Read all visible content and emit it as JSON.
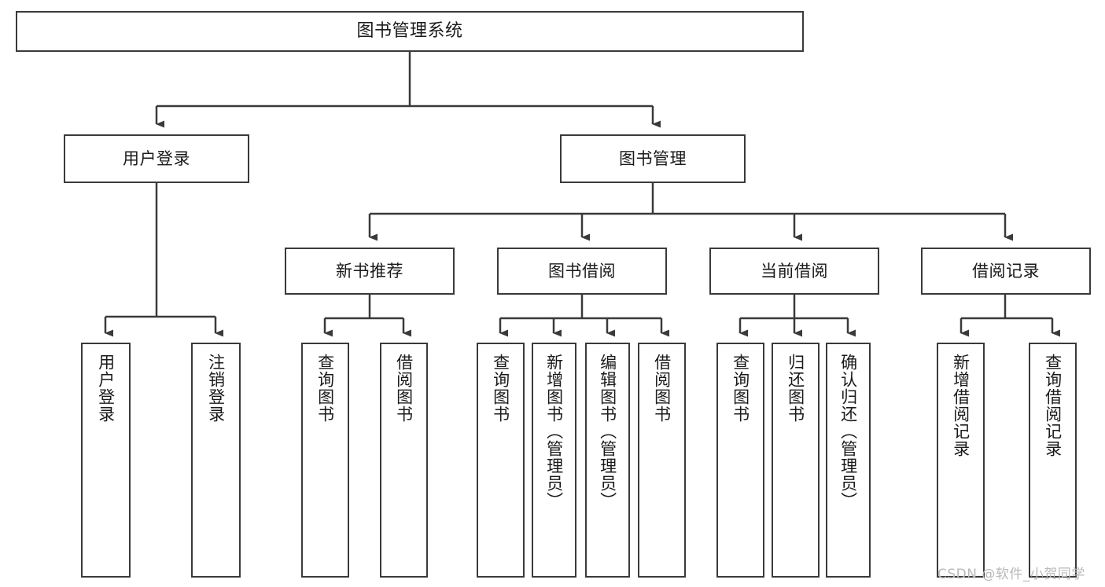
{
  "diagram": {
    "title": "图书管理系统",
    "type": "hierarchy-tree",
    "watermark": "CSDN @软件_小贺同学",
    "colors": {
      "box_border": "#3a3a3a",
      "box_fill": "#ffffff",
      "edge": "#3a3a3a",
      "text": "#1a1a1a",
      "watermark": "#b9b9b9"
    },
    "levels": [
      {
        "level": 1,
        "nodes": [
          {
            "id": "root",
            "label": "图书管理系统",
            "orientation": "horizontal"
          }
        ]
      },
      {
        "level": 2,
        "nodes": [
          {
            "id": "user-login",
            "label": "用户登录",
            "orientation": "horizontal",
            "parent": "root"
          },
          {
            "id": "book-manage",
            "label": "图书管理",
            "orientation": "horizontal",
            "parent": "root"
          }
        ]
      },
      {
        "level": 3,
        "nodes": [
          {
            "id": "new-book-rec",
            "label": "新书推荐",
            "orientation": "horizontal",
            "parent": "book-manage"
          },
          {
            "id": "book-borrow",
            "label": "图书借阅",
            "orientation": "horizontal",
            "parent": "book-manage"
          },
          {
            "id": "current-borrow",
            "label": "当前借阅",
            "orientation": "horizontal",
            "parent": "book-manage"
          },
          {
            "id": "borrow-record",
            "label": "借阅记录",
            "orientation": "horizontal",
            "parent": "book-manage"
          }
        ]
      },
      {
        "level": 4,
        "nodes": [
          {
            "id": "leaf-user-login",
            "label": "用户登录",
            "orientation": "vertical",
            "parent": "user-login"
          },
          {
            "id": "leaf-logout",
            "label": "注销登录",
            "orientation": "vertical",
            "parent": "user-login"
          },
          {
            "id": "leaf-query-book-1",
            "label": "查询图书",
            "orientation": "vertical",
            "parent": "new-book-rec"
          },
          {
            "id": "leaf-borrow-book-1",
            "label": "借阅图书",
            "orientation": "vertical",
            "parent": "new-book-rec"
          },
          {
            "id": "leaf-query-book-2",
            "label": "查询图书",
            "orientation": "vertical",
            "parent": "book-borrow"
          },
          {
            "id": "leaf-add-book",
            "label": "新增图书（管理员）",
            "orientation": "vertical",
            "parent": "book-borrow"
          },
          {
            "id": "leaf-edit-book",
            "label": "编辑图书（管理员）",
            "orientation": "vertical",
            "parent": "book-borrow"
          },
          {
            "id": "leaf-borrow-book-2",
            "label": "借阅图书",
            "orientation": "vertical",
            "parent": "book-borrow"
          },
          {
            "id": "leaf-query-book-3",
            "label": "查询图书",
            "orientation": "vertical",
            "parent": "current-borrow"
          },
          {
            "id": "leaf-return-book",
            "label": "归还图书",
            "orientation": "vertical",
            "parent": "current-borrow"
          },
          {
            "id": "leaf-confirm-return",
            "label": "确认归还（管理员）",
            "orientation": "vertical",
            "parent": "current-borrow"
          },
          {
            "id": "leaf-add-record",
            "label": "新增借阅记录",
            "orientation": "vertical",
            "parent": "borrow-record"
          },
          {
            "id": "leaf-query-record",
            "label": "查询借阅记录",
            "orientation": "vertical",
            "parent": "borrow-record"
          }
        ]
      }
    ]
  }
}
